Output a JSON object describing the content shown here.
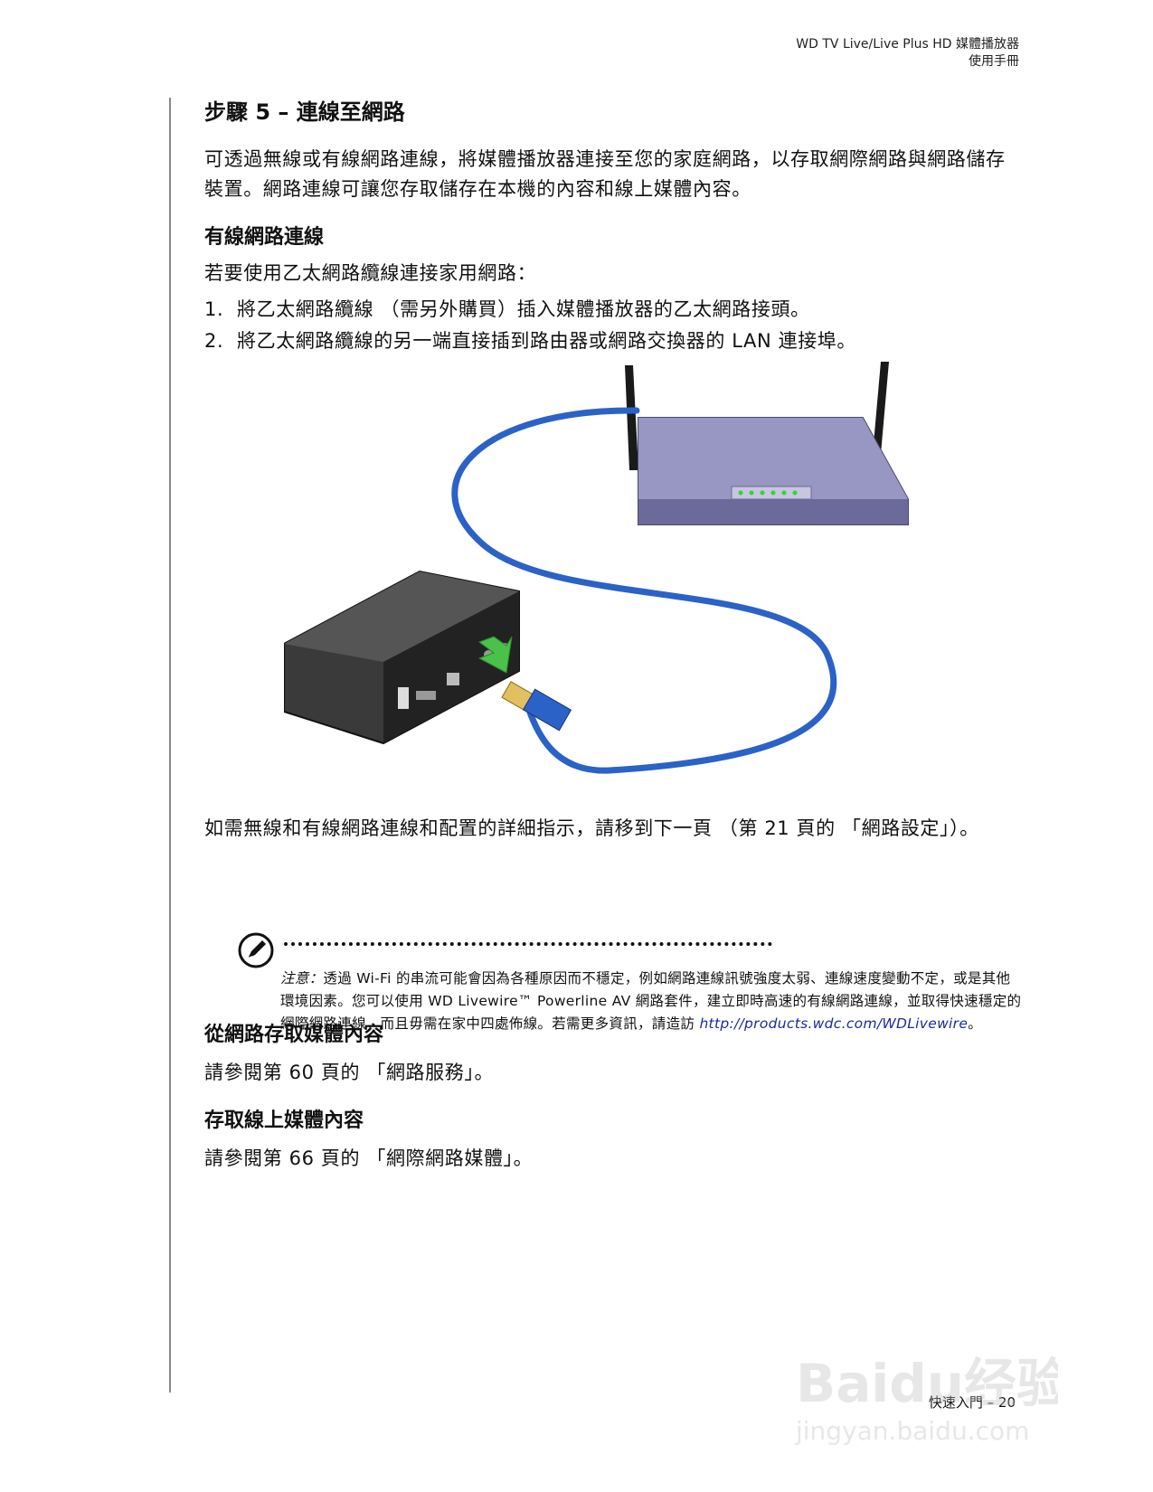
{
  "header": {
    "line1": "WD TV Live/Live Plus HD 媒體播放器",
    "line2": "使用手冊"
  },
  "step": {
    "title": "步驟 5 – 連線至網路"
  },
  "intro": "可透過無線或有線網路連線，將媒體播放器連接至您的家庭網路，以存取網際網路與網路儲存裝置。網路連線可讓您存取儲存在本機的內容和線上媒體內容。",
  "wired": {
    "heading": "有線網路連線",
    "lead": "若要使用乙太網路纜線連接家用網路：",
    "steps": [
      {
        "num": "1.",
        "text": "將乙太網路纜線 （需另外購買）插入媒體播放器的乙太網路接頭。"
      },
      {
        "num": "2.",
        "text": "將乙太網路纜線的另一端直接插到路由器或網路交換器的 LAN 連接埠。"
      }
    ]
  },
  "more_info": "如需無線和有線網路連線和配置的詳細指示，請移到下一頁 （第 21 頁的 「網路設定」）。",
  "note": {
    "label": "注意：",
    "text": "透過 Wi-Fi 的串流可能會因為各種原因而不穩定，例如網路連線訊號強度太弱、連線速度變動不定，或是其他環境因素。您可以使用 WD Livewire™ Powerline AV 網路套件，建立即時高速的有線網路連線，並取得快速穩定的網際網路連線，而且毋需在家中四處佈線。若需更多資訊，請造訪",
    "link": "http://products.wdc.com/WDLivewire",
    "end": "。"
  },
  "sections": [
    {
      "heading": "從網路存取媒體內容",
      "text": "請參閱第 60 頁的 「網路服務」。"
    },
    {
      "heading": "存取線上媒體內容",
      "text": "請參閱第 66 頁的 「網際網路媒體」。"
    }
  ],
  "footer": "快速入門 – 20",
  "watermark": {
    "brand": "Baidu经验",
    "url": "jingyan.baidu.com"
  },
  "colors": {
    "cable": "#2a62c8",
    "router": "#6b6a9a",
    "player": "#2b2b2b",
    "arrow": "#4ac24a",
    "link": "#1d2a9c"
  }
}
